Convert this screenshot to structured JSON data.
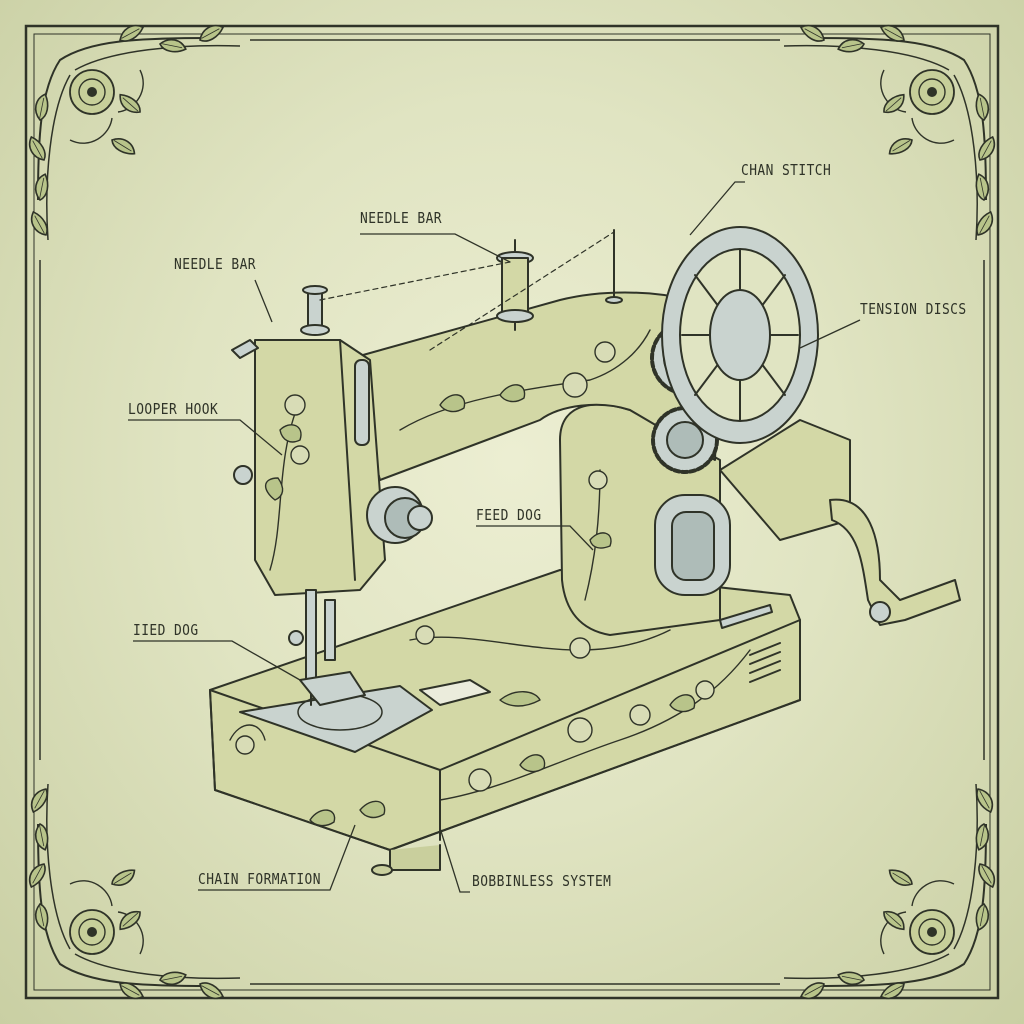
{
  "colors": {
    "paper": "#e6e9c9",
    "ink": "#2f3328",
    "machine_fill": "#d3d8a6",
    "metal": "#c9d3cf",
    "leaf": "#b8c48a"
  },
  "frame": {
    "corner_ornament_icon": "leaf-vine-flourish-icon"
  },
  "labels": {
    "needle_bar_top": "NEEDLE BAR",
    "needle_bar_left": "NEEDLE BAR",
    "chain_stitch": "CHAN STITCH",
    "tension_discs": "TENSION DISCS",
    "looper_hook": "LOOPER HOOK",
    "feed_dog": "FEED DOG",
    "feed_dog_left": "IIED DOG",
    "chain_formation": "CHAIN FORMATION",
    "bobbinless_system": "BOBBINLESS SYSTEM"
  }
}
